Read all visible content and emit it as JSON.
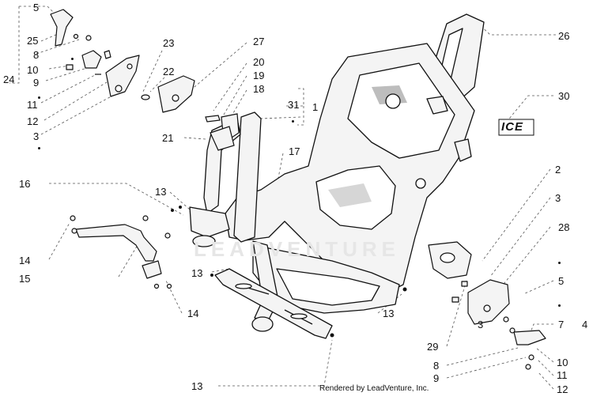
{
  "labels": {
    "l5a": "5",
    "l25": "25",
    "l8a": "8",
    "l10a": "10",
    "l24": "24",
    "l9a": "9",
    "l11a": "11",
    "l12a": "12",
    "l3a": "3",
    "l23": "23",
    "l22": "22",
    "l27": "27",
    "l20": "20",
    "l19": "19",
    "l18": "18",
    "l21": "21",
    "l31": "31",
    "l1": "1",
    "l17": "17",
    "l26": "26",
    "l30": "30",
    "l2": "2",
    "l3b": "3",
    "l28": "28",
    "l16": "16",
    "l13a": "13",
    "l14a": "14",
    "l15": "15",
    "l13b": "13",
    "l14b": "14",
    "l13c": "13",
    "l5b": "5",
    "l7": "7",
    "l4": "4",
    "l3c": "3",
    "l29": "29",
    "l10b": "10",
    "l8b": "8",
    "l11b": "11",
    "l9b": "9",
    "l12b": "12",
    "l13d": "13"
  },
  "ice_logo": "ICE",
  "credit": "Rendered by LeadVenture, Inc.",
  "watermark": "LEADVENTURE",
  "colors": {
    "line": "#111111",
    "leader": "#555555",
    "part_fill": "#f4f4f4",
    "shade": "#bdbdbd"
  }
}
